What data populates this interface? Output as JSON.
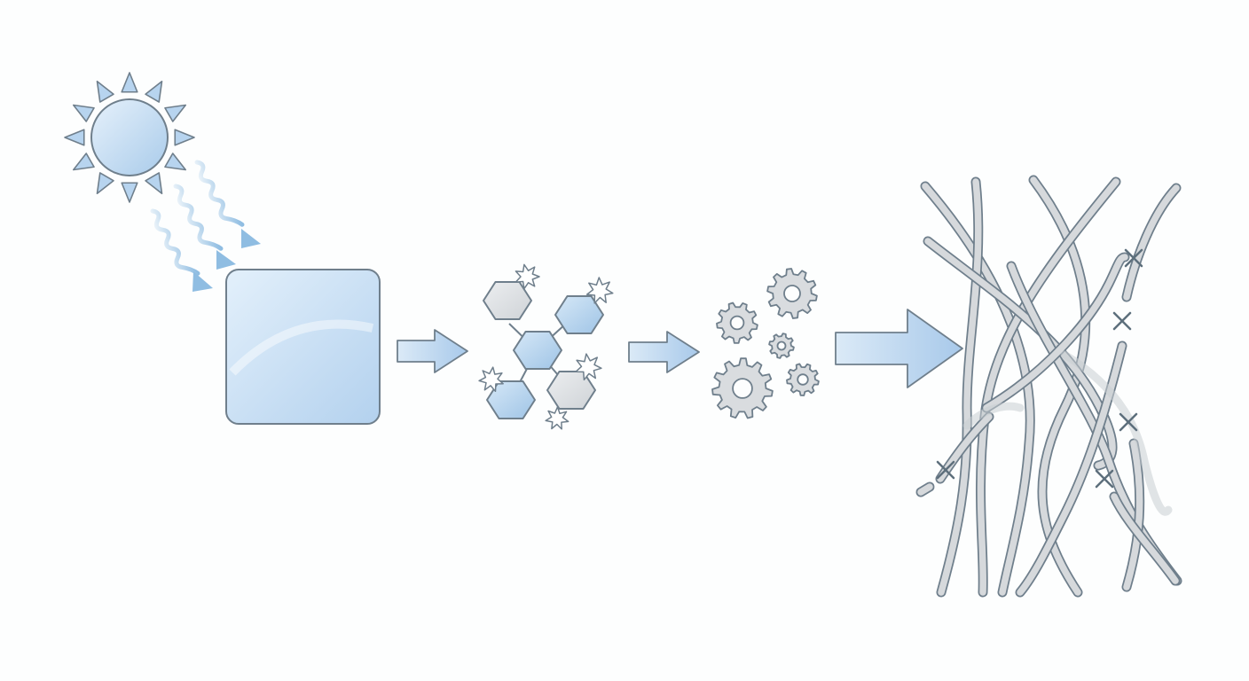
{
  "colors": {
    "background": "#fdfefe",
    "outline": "#6f7f8c",
    "blue_fill": "#b7d4ef",
    "blue_light": "#e3eff9",
    "gray_fill": "#d6d9dc",
    "gray_light": "#eceef0",
    "ray_blue": "#8fbde2",
    "mark_color": "#5d6f7c"
  },
  "icons": {
    "sun": "sun-icon",
    "radiation": "wavy-rays-icon",
    "material": "square-sheet-icon",
    "molecules": "hexagon-molecules-icon",
    "gears": "gears-icon",
    "fibers": "tangled-fibers-icon",
    "breaks": "x-mark-icon"
  },
  "stages": [
    {
      "id": "irradiation",
      "icon": "sun-icon"
    },
    {
      "id": "material",
      "icon": "square-sheet-icon"
    },
    {
      "id": "molecular-damage",
      "icon": "hexagon-molecules-icon"
    },
    {
      "id": "mechanism",
      "icon": "gears-icon"
    },
    {
      "id": "fiber-breakdown",
      "icon": "tangled-fibers-icon"
    }
  ]
}
